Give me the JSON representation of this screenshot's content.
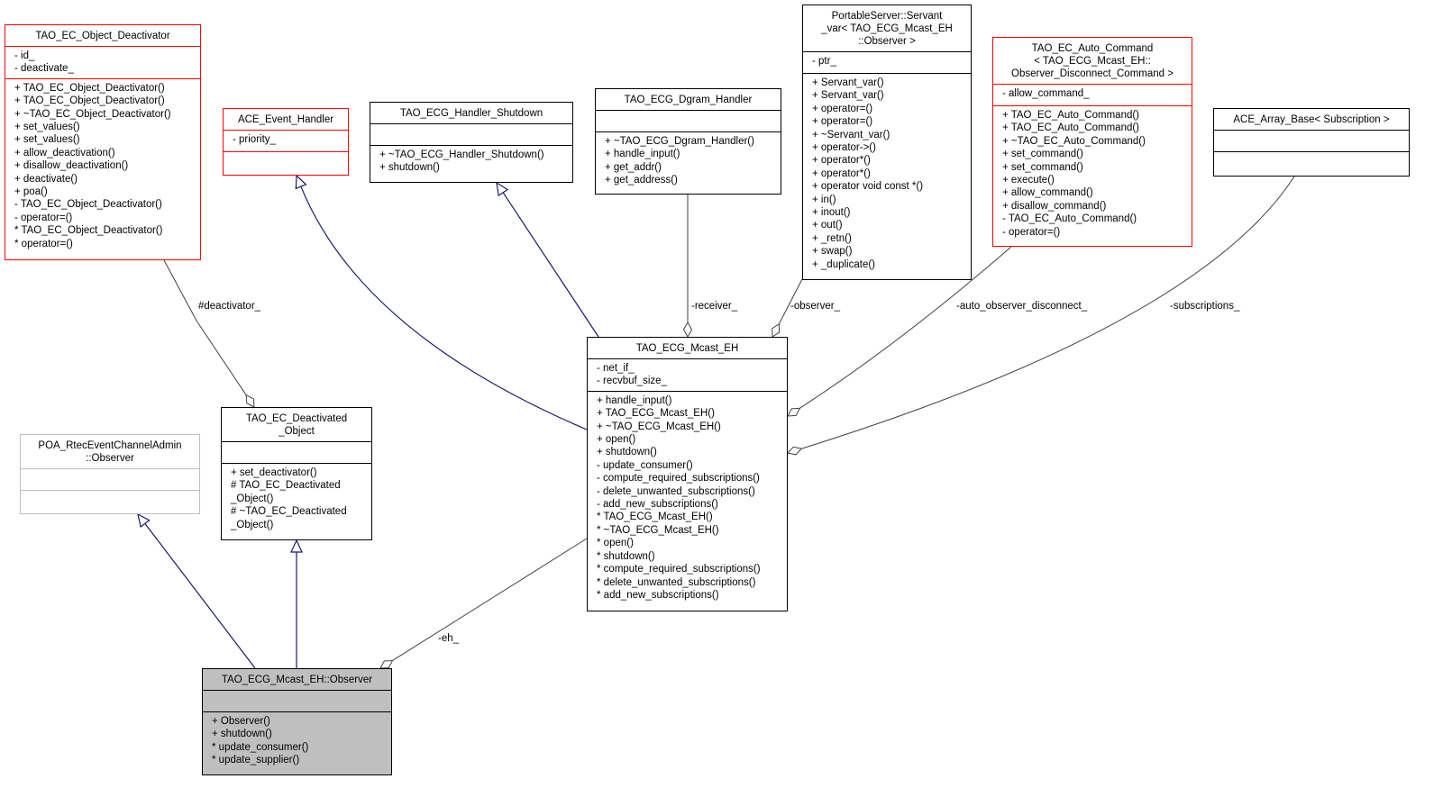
{
  "classes": {
    "object_deactivator": {
      "title": "TAO_EC_Object_Deactivator",
      "attributes": [
        "- id_",
        "- deactivate_"
      ],
      "operations": [
        "+ TAO_EC_Object_Deactivator()",
        "+ TAO_EC_Object_Deactivator()",
        "+ ~TAO_EC_Object_Deactivator()",
        "+ set_values()",
        "+ set_values()",
        "+ allow_deactivation()",
        "+ disallow_deactivation()",
        "+ deactivate()",
        "+ poa()",
        "- TAO_EC_Object_Deactivator()",
        "- operator=()",
        "* TAO_EC_Object_Deactivator()",
        "* operator=()"
      ]
    },
    "event_handler": {
      "title": "ACE_Event_Handler",
      "attributes": [
        "- priority_"
      ],
      "operations": []
    },
    "handler_shutdown": {
      "title": "TAO_ECG_Handler_Shutdown",
      "attributes": [],
      "operations": [
        "+ ~TAO_ECG_Handler_Shutdown()",
        "+ shutdown()"
      ]
    },
    "dgram_handler": {
      "title": "TAO_ECG_Dgram_Handler",
      "attributes": [],
      "operations": [
        "+ ~TAO_ECG_Dgram_Handler()",
        "+ handle_input()",
        "+ get_addr()",
        "+ get_address()"
      ]
    },
    "servant_var": {
      "title": "PortableServer::Servant\n_var< TAO_ECG_Mcast_EH\n::Observer >",
      "attributes": [
        "- ptr_"
      ],
      "operations": [
        "+ Servant_var()",
        "+ Servant_var()",
        "+ operator=()",
        "+ operator=()",
        "+ ~Servant_var()",
        "+ operator->()",
        "+ operator*()",
        "+ operator*()",
        "+ operator void const *()",
        "+ in()",
        "+ inout()",
        "+ out()",
        "+ _retn()",
        "+ swap()",
        "+ _duplicate()"
      ]
    },
    "auto_command": {
      "title": "TAO_EC_Auto_Command\n< TAO_ECG_Mcast_EH::\nObserver_Disconnect_Command >",
      "attributes": [
        "- allow_command_"
      ],
      "operations": [
        "+ TAO_EC_Auto_Command()",
        "+ TAO_EC_Auto_Command()",
        "+ ~TAO_EC_Auto_Command()",
        "+ set_command()",
        "+ set_command()",
        "+ execute()",
        "+ allow_command()",
        "+ disallow_command()",
        "- TAO_EC_Auto_Command()",
        "- operator=()"
      ]
    },
    "array_base": {
      "title": "ACE_Array_Base< Subscription >",
      "attributes": [],
      "operations": []
    },
    "poa_observer": {
      "title": "POA_RtecEventChannelAdmin\n::Observer",
      "attributes": [],
      "operations": []
    },
    "deactivated_object": {
      "title": "TAO_EC_Deactivated\n_Object",
      "attributes": [],
      "operations": [
        "+ set_deactivator()",
        "# TAO_EC_Deactivated\n_Object()",
        "# ~TAO_EC_Deactivated\n_Object()"
      ]
    },
    "mcast_eh": {
      "title": "TAO_ECG_Mcast_EH",
      "attributes": [
        "- net_if_",
        "- recvbuf_size_"
      ],
      "operations": [
        "+ handle_input()",
        "+ TAO_ECG_Mcast_EH()",
        "+ ~TAO_ECG_Mcast_EH()",
        "+ open()",
        "+ shutdown()",
        "- update_consumer()",
        "- compute_required_subscriptions()",
        "- delete_unwanted_subscriptions()",
        "- add_new_subscriptions()",
        "* TAO_ECG_Mcast_EH()",
        "* ~TAO_ECG_Mcast_EH()",
        "* open()",
        "* shutdown()",
        "* compute_required_subscriptions()",
        "* delete_unwanted_subscriptions()",
        "* add_new_subscriptions()"
      ]
    },
    "mcast_eh_observer": {
      "title": "TAO_ECG_Mcast_EH::Observer",
      "attributes": [],
      "operations": [
        "+ Observer()",
        "+ shutdown()",
        "* update_consumer()",
        "* update_supplier()"
      ]
    }
  },
  "edge_labels": {
    "deactivator": "#deactivator_",
    "receiver": "-receiver_",
    "observer": "-observer_",
    "auto_observer_disconnect": "-auto_observer_disconnect_",
    "subscriptions": "-subscriptions_",
    "eh": "-eh_"
  },
  "colors": {
    "inheritance_edge": "#191970",
    "association_edge": "#404040",
    "red_border": "#ff0000",
    "gray_border": "#bfbfbf",
    "focus_fill": "#bfbfbf"
  }
}
